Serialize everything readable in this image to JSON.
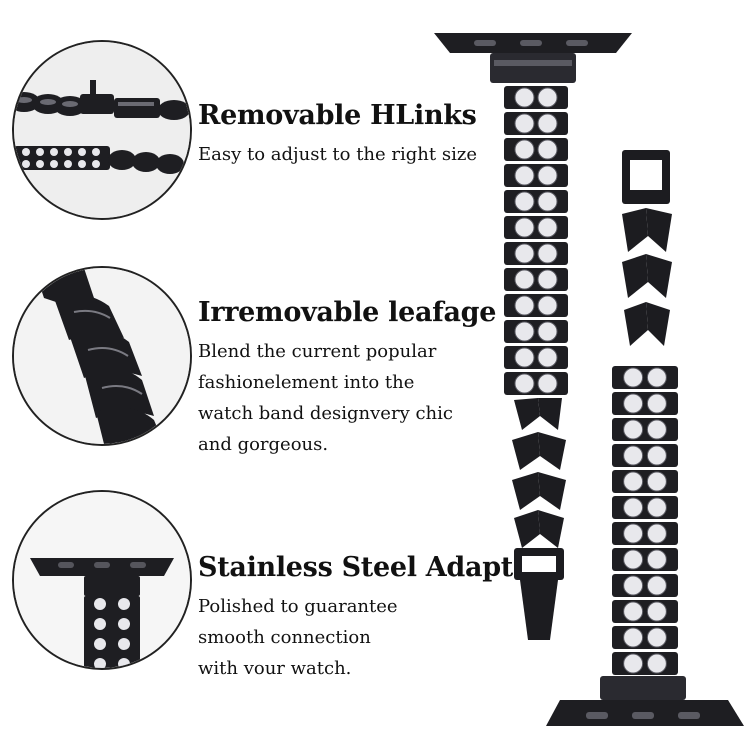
{
  "features": [
    {
      "title": "Removable HLinks",
      "lines": [
        "Easy to adjust to the right size"
      ]
    },
    {
      "title": "Irremovable leafage",
      "lines": [
        "Blend the current popular",
        "fashionelement into the",
        "watch band designvery chic",
        "and gorgeous."
      ]
    },
    {
      "title": "Stainless Steel Adapters",
      "lines": [
        "Polished to guarantee",
        "smooth connection",
        "with vour watch."
      ]
    }
  ],
  "colors": {
    "metal": "#1e1e22",
    "metal_highlight": "#5a5a62",
    "crystal": "#e8e8ec",
    "circle_border": "#222222",
    "background": "#ffffff"
  }
}
